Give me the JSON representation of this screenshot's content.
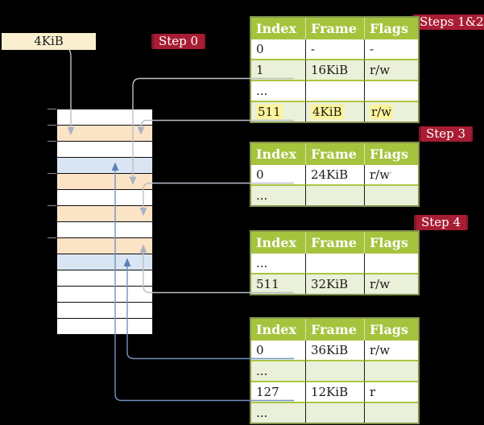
{
  "legend": {
    "label": "4KiB"
  },
  "badges": [
    {
      "id": "step0",
      "label": "Step 0"
    },
    {
      "id": "steps12",
      "label": "Steps 1&2"
    },
    {
      "id": "step3",
      "label": "Step 3"
    },
    {
      "id": "step4",
      "label": "Step 4"
    }
  ],
  "memory": {
    "description": "physical memory frames, one row per 4KiB frame",
    "rows": [
      "white",
      "orange",
      "white",
      "blue",
      "orange",
      "white",
      "orange",
      "white",
      "orange",
      "blue",
      "white",
      "white",
      "white",
      "white"
    ]
  },
  "tables": [
    {
      "id": "steps12",
      "headers": [
        "Index",
        "Frame",
        "Flags"
      ],
      "rows": [
        {
          "cells": [
            "0",
            "-",
            "-"
          ]
        },
        {
          "cells": [
            "1",
            "16KiB",
            "r/w"
          ]
        },
        {
          "cells": [
            "...",
            "",
            ""
          ]
        },
        {
          "cells": [
            "511",
            "4KiB",
            "r/w"
          ],
          "highlight": true
        }
      ]
    },
    {
      "id": "step3",
      "headers": [
        "Index",
        "Frame",
        "Flags"
      ],
      "rows": [
        {
          "cells": [
            "0",
            "24KiB",
            "r/w"
          ]
        },
        {
          "cells": [
            "...",
            "",
            ""
          ]
        }
      ]
    },
    {
      "id": "step4-upper",
      "headers": [
        "Index",
        "Frame",
        "Flags"
      ],
      "rows": [
        {
          "cells": [
            "...",
            "",
            ""
          ]
        },
        {
          "cells": [
            "511",
            "32KiB",
            "r/w"
          ]
        }
      ]
    },
    {
      "id": "step4-lower",
      "headers": [
        "Index",
        "Frame",
        "Flags"
      ],
      "rows": [
        {
          "cells": [
            "0",
            "36KiB",
            "r/w"
          ]
        },
        {
          "cells": [
            "...",
            "",
            ""
          ]
        },
        {
          "cells": [
            "127",
            "12KiB",
            "r"
          ]
        },
        {
          "cells": [
            "...",
            "",
            ""
          ]
        }
      ]
    }
  ],
  "colors": {
    "bg": "#000000",
    "text": "#1a1a1a",
    "table-header": "#a6c33e",
    "table-row-alt": "#eaf0d9",
    "table-border": "#84934e",
    "row-separator": "#a9c63f",
    "cell-divider": "#1a1a1a",
    "highlight": "#fdf399",
    "badge-red": "#a81d33",
    "badge-red-dark": "#8c1426",
    "cream": "#faefcf",
    "frame-orange": "#fbe3c6",
    "frame-blue": "#d9e5f3",
    "connector-gray": "#b9bfc8",
    "arrow-gray": "#a9b3c0",
    "connector-blue": "#7591c1",
    "arrow-blue": "#5d80b6",
    "tick-gray": "#7f7f7f"
  }
}
